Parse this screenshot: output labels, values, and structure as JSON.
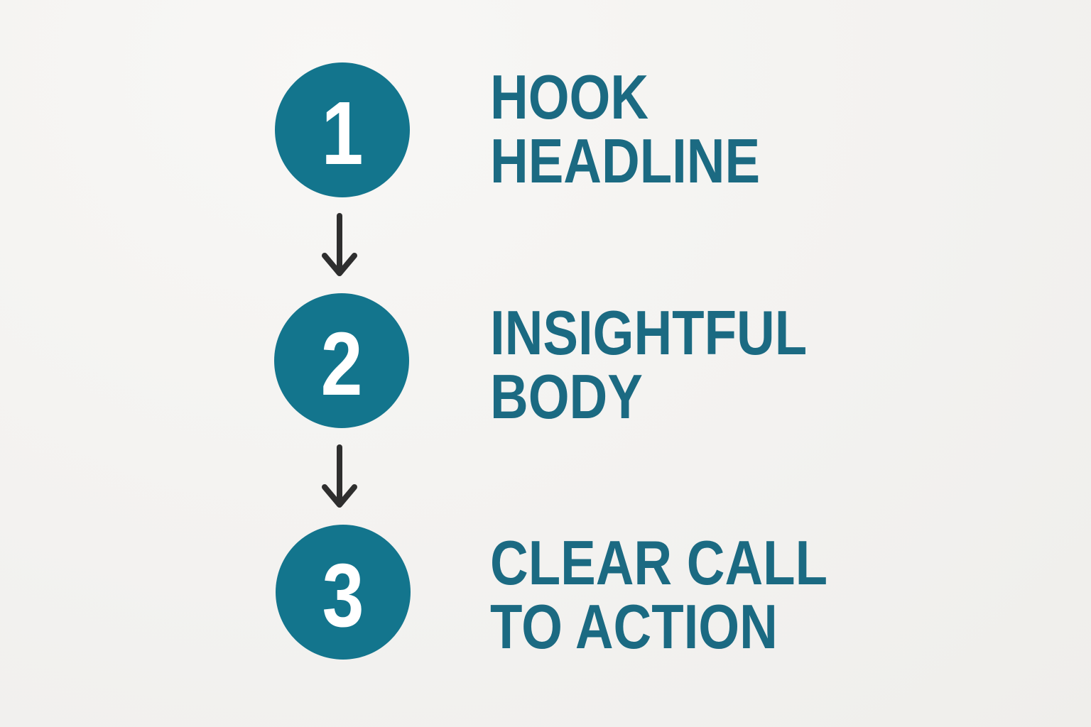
{
  "infographic": {
    "colors": {
      "background": "#f3f2f0",
      "background_top": "#f8f7f5",
      "circle": "#13758d",
      "heading": "#1b6a82",
      "arrow": "#2e2e2e",
      "number": "#ffffff"
    },
    "steps": [
      {
        "number": "1",
        "lines": [
          "HOOK",
          "HEADLINE"
        ]
      },
      {
        "number": "2",
        "lines": [
          "INSIGHTFUL",
          "BODY"
        ]
      },
      {
        "number": "3",
        "lines": [
          "CLEAR CALL",
          "TO ACTION"
        ]
      }
    ],
    "connector_icon": "down-arrow-icon"
  }
}
